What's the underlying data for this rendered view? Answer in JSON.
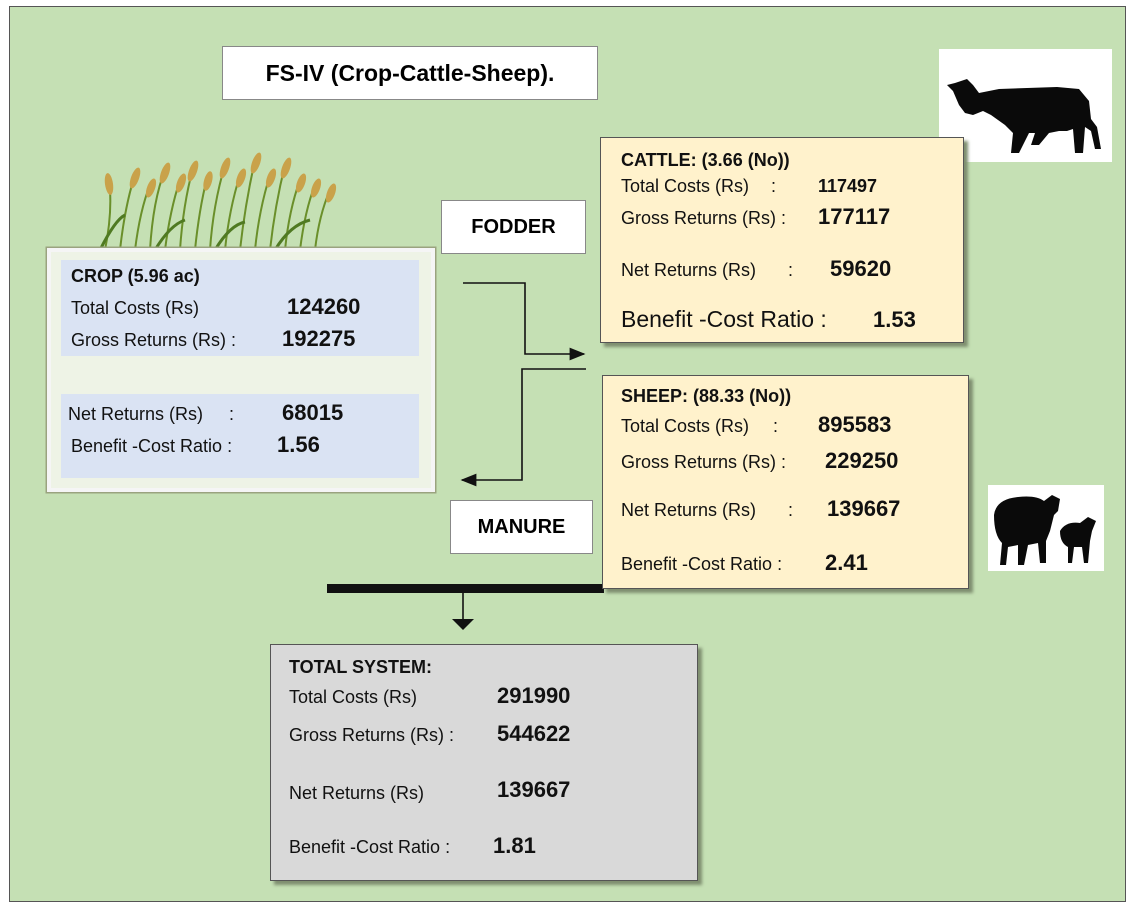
{
  "title": "FS-IV (Crop-Cattle-Sheep).",
  "flows": {
    "fodder": "FODDER",
    "manure": "MANURE"
  },
  "crop": {
    "header": "CROP (5.96 ac)",
    "total_costs_label": "Total Costs (Rs)",
    "total_costs_value": "124260",
    "gross_returns_label": "Gross Returns (Rs)",
    "gross_returns_value": "192275",
    "net_returns_label": "Net Returns (Rs)",
    "net_returns_value": "68015",
    "bcr_label": "Benefit -Cost Ratio",
    "bcr_value": "1.56"
  },
  "cattle": {
    "header_label": "CATTLE:",
    "header_count": "(3.66 (No))",
    "total_costs_label": "Total Costs (Rs)",
    "total_costs_value": "117497",
    "gross_returns_label": "Gross Returns (Rs)",
    "gross_returns_value": "177117",
    "net_returns_label": "Net Returns (Rs)",
    "net_returns_value": "59620",
    "bcr_label": "Benefit -Cost Ratio",
    "bcr_value": "1.53"
  },
  "sheep": {
    "header_label": "SHEEP:",
    "header_count": "(88.33 (No))",
    "total_costs_label": "Total Costs (Rs)",
    "total_costs_value": "895583",
    "gross_returns_label": "Gross Returns (Rs)",
    "gross_returns_value": "229250",
    "net_returns_label": "Net Returns (Rs)",
    "net_returns_value": "139667",
    "bcr_label": "Benefit -Cost Ratio",
    "bcr_value": "2.41"
  },
  "total": {
    "header": "TOTAL SYSTEM:",
    "total_costs_label": "Total Costs (Rs)",
    "total_costs_value": "291990",
    "gross_returns_label": "Gross Returns (Rs)",
    "gross_returns_value": "544622",
    "net_returns_label": "Net Returns (Rs)",
    "net_returns_value": "139667",
    "bcr_label": "Benefit -Cost Ratio",
    "bcr_value": "1.81"
  },
  "colors": {
    "background": "#c5e0b4",
    "crop_panel": "#dae3f3",
    "animal_panel": "#fff2cc",
    "total_panel": "#d9d9d9"
  }
}
